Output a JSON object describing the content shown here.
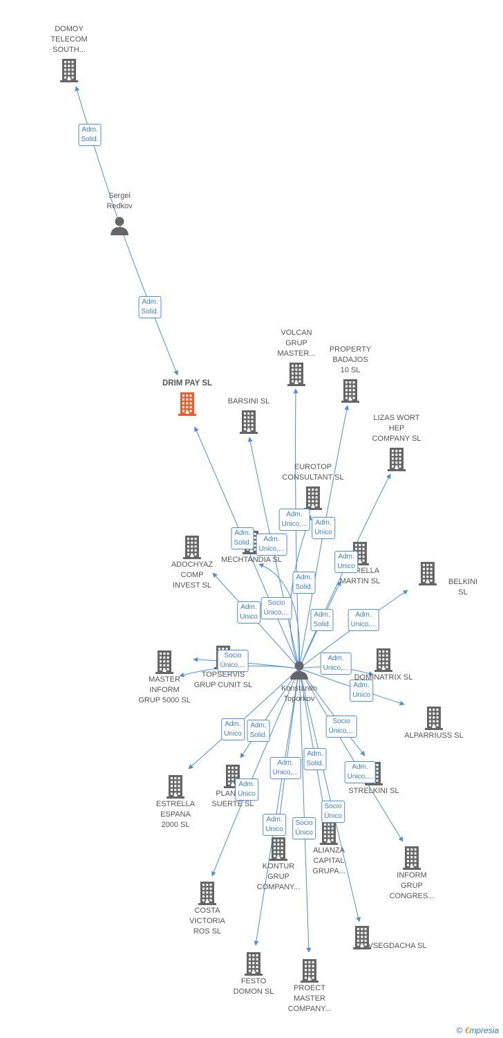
{
  "nodes": {
    "domoy": {
      "label": "DOMOY\nTELECOM\nSOUTH...",
      "kind": "company"
    },
    "sergei": {
      "label": "Sergei\nRedkov",
      "kind": "person"
    },
    "drimpay": {
      "label": "DRIM PAY  SL",
      "kind": "company-main"
    },
    "volcan": {
      "label": "VOLCAN\nGRUP\nMASTER...",
      "kind": "company"
    },
    "property": {
      "label": "PROPERTY\nBADAJOS\n10  SL",
      "kind": "company"
    },
    "barsini": {
      "label": "BARSINI  SL",
      "kind": "company"
    },
    "lizas": {
      "label": "LIZAS WORT\nHEP\nCOMPANY SL",
      "kind": "company"
    },
    "eurotop": {
      "label": "EUROTOP\nCONSULTANT SL",
      "kind": "company"
    },
    "mechtandia": {
      "label": "MECHTANDIA SL",
      "kind": "company"
    },
    "estrellamartin": {
      "label": "ESTRELLA\nMARTIN SL",
      "kind": "company"
    },
    "adochyaz": {
      "label": "ADOCHYAZ\nCOMP\nINVEST SL",
      "kind": "company"
    },
    "belkini": {
      "label": "BELKINI SL",
      "kind": "company"
    },
    "topservis": {
      "label": "TOPSERVIS\nGRUP CUNIT  SL",
      "kind": "company"
    },
    "masterinform": {
      "label": "MASTER\nINFORM\nGRUP 5000  SL",
      "kind": "company"
    },
    "konstantin": {
      "label": "Konstantin\nToporkov",
      "kind": "person"
    },
    "dominatrix": {
      "label": "DOMINATRIX SL",
      "kind": "company"
    },
    "alparriuss": {
      "label": "ALPARRIUSS SL",
      "kind": "company"
    },
    "planeta": {
      "label": "PLANETA\nSUERTE SL",
      "kind": "company"
    },
    "estrellaespana": {
      "label": "ESTRELLA\nESPANA\n2000  SL",
      "kind": "company"
    },
    "strelkini": {
      "label": "STRELKINI  SL",
      "kind": "company"
    },
    "alianza": {
      "label": "ALIANZA\nCAPITAL\nGRUPA...",
      "kind": "company"
    },
    "kontur": {
      "label": "KONTUR\nGRUP\nCOMPANY...",
      "kind": "company"
    },
    "informgrup": {
      "label": "INFORM\nGRUP\nCONGRES...",
      "kind": "company"
    },
    "costa": {
      "label": "COSTA\nVICTORIA\nROS  SL",
      "kind": "company"
    },
    "vsegdacha": {
      "label": "VSEGDACHA SL",
      "kind": "company"
    },
    "festo": {
      "label": "FESTO\nDOMON SL",
      "kind": "company"
    },
    "proect": {
      "label": "PROECT\nMASTER\nCOMPANY...",
      "kind": "company"
    }
  },
  "edges": [
    {
      "from": "sergei",
      "to": "domoy",
      "label": "Adm.\nSolid."
    },
    {
      "from": "sergei",
      "to": "drimpay",
      "label": "Adm.\nSolid."
    },
    {
      "from": "konstantin",
      "to": "drimpay",
      "label": "Adm.\nSolid."
    },
    {
      "from": "konstantin",
      "to": "barsini",
      "label": "Adm.\nUnico,..."
    },
    {
      "from": "konstantin",
      "to": "volcan",
      "label": "Adm.\nUnico,..."
    },
    {
      "from": "konstantin",
      "to": "property",
      "label": "Adm.\nUnico"
    },
    {
      "from": "konstantin",
      "to": "lizas",
      "label": "Adm.\nUnico"
    },
    {
      "from": "konstantin",
      "to": "mechtandia",
      "label": "Adm.\nSolid."
    },
    {
      "from": "konstantin",
      "to": "adochyaz",
      "label": "Adm.\nUnico"
    },
    {
      "from": "konstantin",
      "to": "estrellamartin",
      "label": "Adm.\nSolid."
    },
    {
      "from": "konstantin",
      "to": "belkini",
      "label": "Adm.\nUnico,..."
    },
    {
      "from": "konstantin",
      "to": "topservis",
      "label": "Socio\nÚnico,..."
    },
    {
      "from": "konstantin",
      "to": "masterinform",
      "label": "Adm.\nUnico,..."
    },
    {
      "from": "konstantin",
      "to": "eurotop",
      "label": "Socio\nÚnico,..."
    },
    {
      "from": "konstantin",
      "to": "dominatrix",
      "label": "Adm.\nUnico,..."
    },
    {
      "from": "konstantin",
      "to": "alparriuss",
      "label": "Adm.\nUnico"
    },
    {
      "from": "konstantin",
      "to": "estrellaespana",
      "label": "Adm.\nUnico"
    },
    {
      "from": "konstantin",
      "to": "planeta",
      "label": "Adm.\nSolid."
    },
    {
      "from": "konstantin",
      "to": "strelkini",
      "label": "Socio\nÚnico,..."
    },
    {
      "from": "konstantin",
      "to": "informgrup",
      "label": "Adm.\nUnico,..."
    },
    {
      "from": "konstantin",
      "to": "alianza",
      "label": "Adm.\nSolid."
    },
    {
      "from": "konstantin",
      "to": "kontur",
      "label": "Adm.\nUnico,..."
    },
    {
      "from": "konstantin",
      "to": "costa",
      "label": "Adm.\nUnico"
    },
    {
      "from": "konstantin",
      "to": "vsegdacha",
      "label": "Socio\nÚnico"
    },
    {
      "from": "konstantin",
      "to": "festo",
      "label": "Adm.\nUnico"
    },
    {
      "from": "konstantin",
      "to": "proect",
      "label": "Socio\nÚnico"
    }
  ],
  "footer": {
    "copyright": "©",
    "brand_e": "€",
    "brand_rest": "mpresia"
  },
  "colors": {
    "edge": "#4a8fe0",
    "node": "#666666",
    "main_node": "#f05a28"
  }
}
